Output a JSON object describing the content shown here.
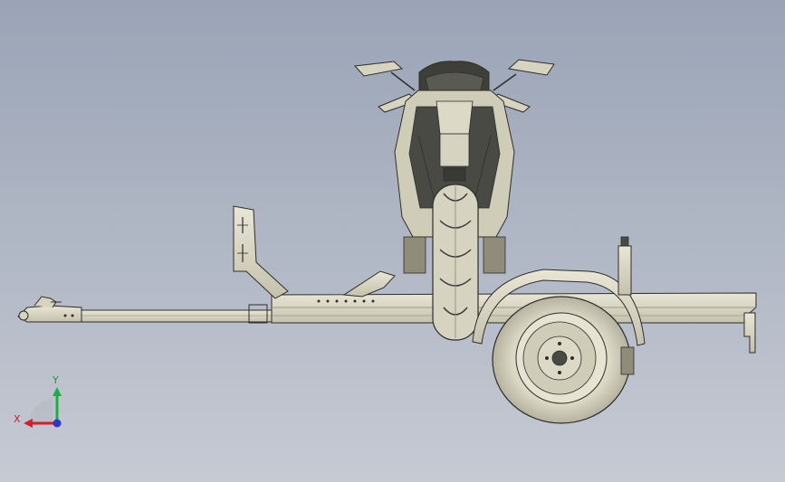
{
  "viewport": {
    "background_top": "#9aa4b6",
    "background_bottom": "#c6cad3"
  },
  "model": {
    "parts": [
      "motorcycle",
      "trailer-tongue",
      "hitch-coupler",
      "wheel-chock",
      "trailer-frame",
      "wheel",
      "fender",
      "jack-stand",
      "rear-stand"
    ],
    "colors": {
      "body": "#d6d3c0",
      "outline": "#2e2e2a",
      "tire": "#3c3c38",
      "dark": "#4a4a44"
    }
  },
  "triad": {
    "x_label": "X",
    "y_label": "Y",
    "x_color": "#d41e28",
    "y_color": "#1fae45",
    "z_color": "#2a37c8"
  }
}
